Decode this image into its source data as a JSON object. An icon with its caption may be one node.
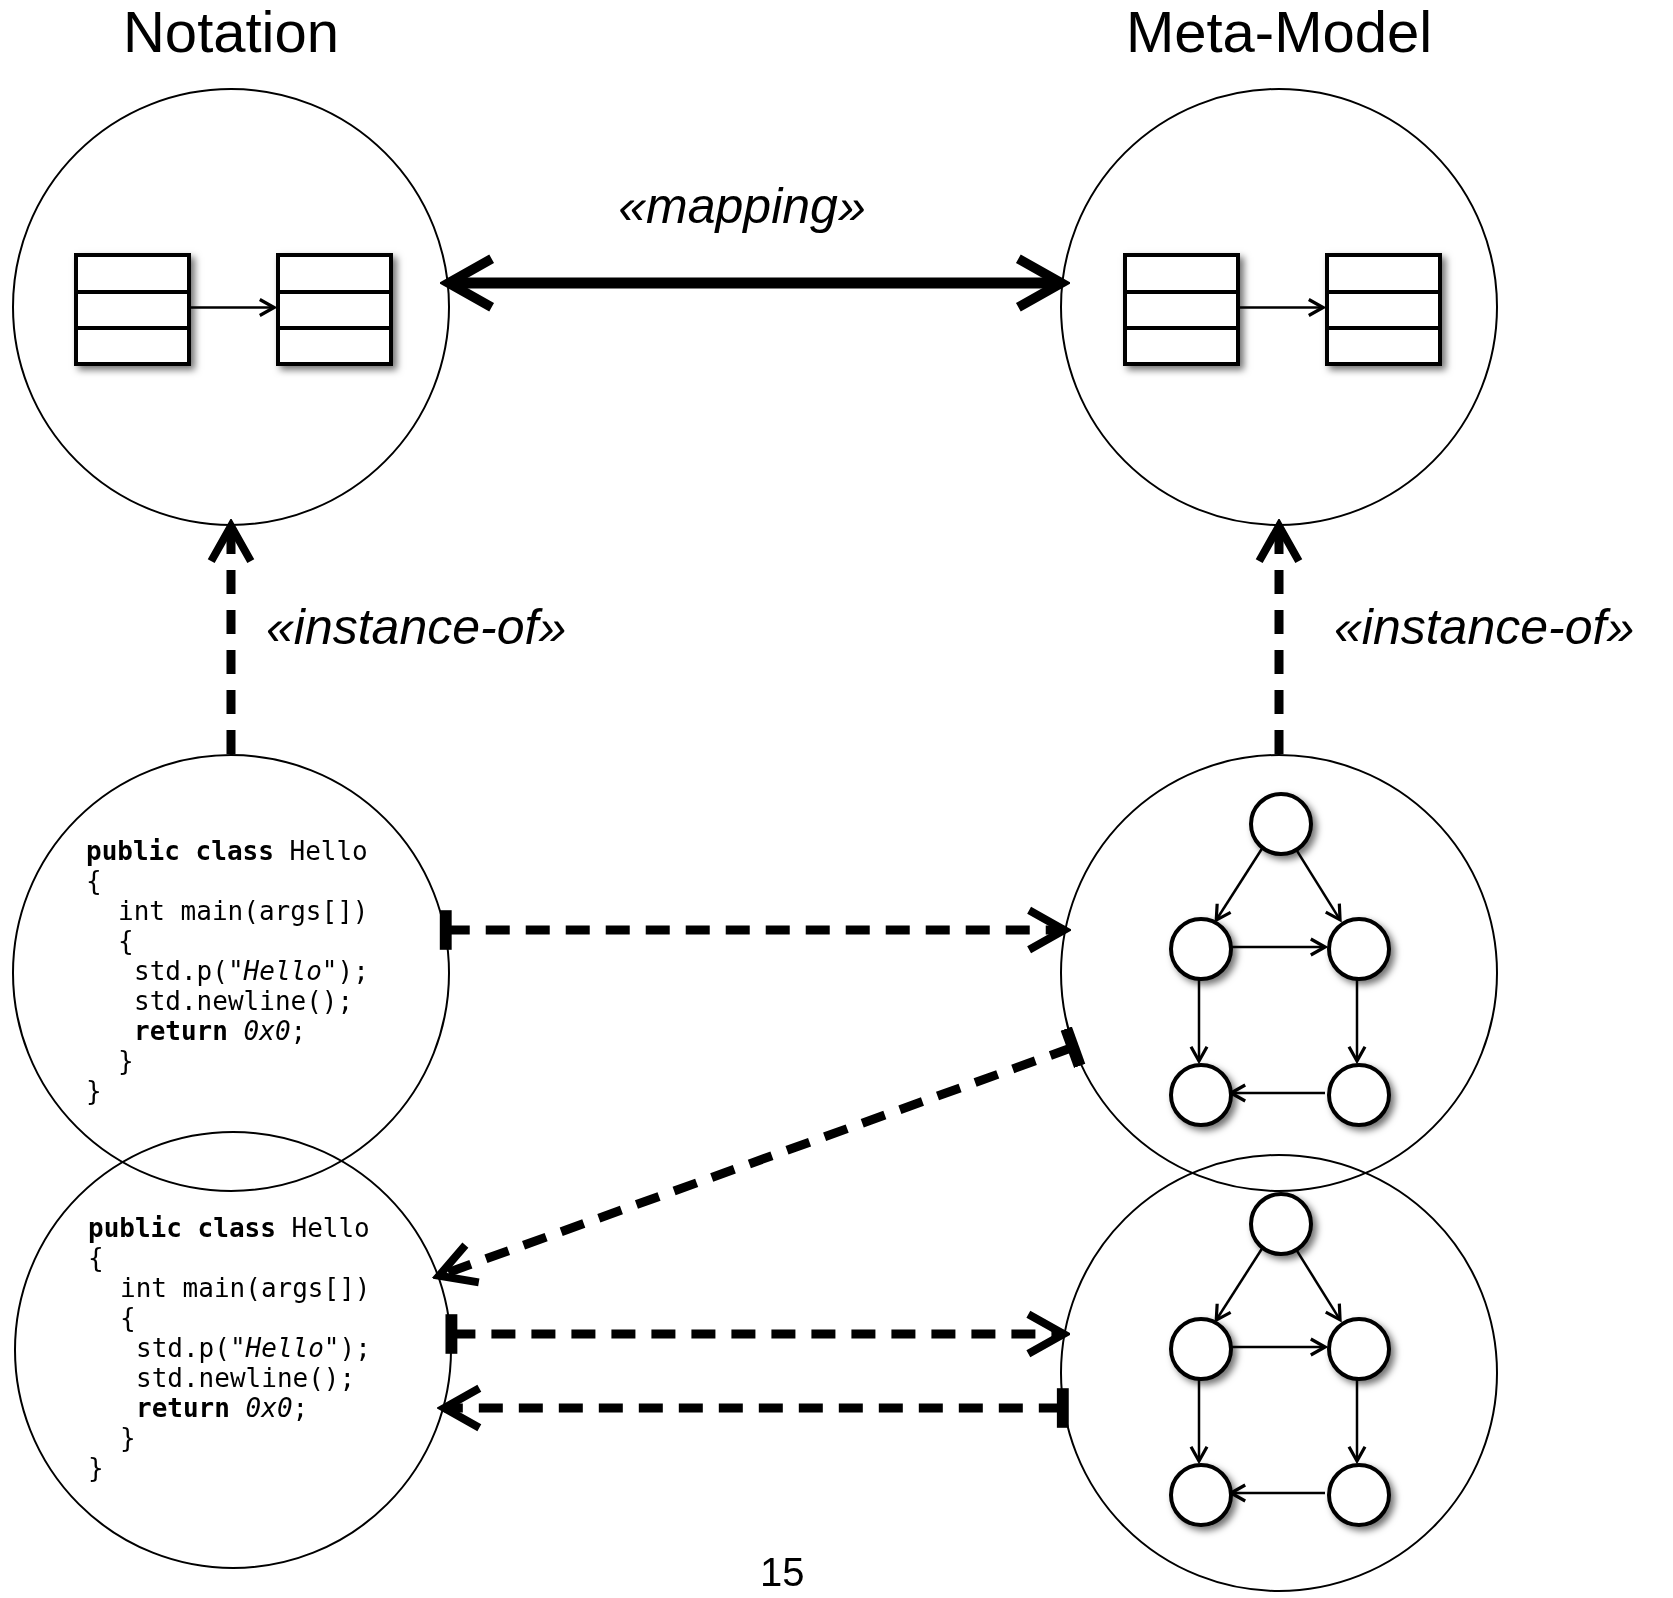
{
  "diagram": {
    "nodes": [
      {
        "text": [
          "Notation"
        ]
      },
      {
        "text": [],
        "shape": "box",
        "in": 0
      },
      {
        "text": [],
        "shape": "box",
        "in": 0
      },
      {
        "text": [
          "Meta-Model"
        ]
      },
      {
        "text": [],
        "shape": "box",
        "in": 3
      },
      {
        "text": [],
        "shape": "box",
        "in": 3
      },
      {
        "text": [
          "**public class** Hello",
          "{",
          "int main(args[])",
          "{",
          "std.p(*\"Hello\"*);",
          "std.newline();",
          "**return** *0x0*;",
          "}",
          "}"
        ]
      },
      {
        "text": [],
        "shape": "circle"
      },
      {
        "text": [],
        "shape": "circle",
        "in": 7
      },
      {
        "text": [],
        "shape": "circle",
        "in": 7
      },
      {
        "text": [],
        "shape": "circle",
        "in": 7
      },
      {
        "text": [],
        "shape": "circle",
        "in": 7
      },
      {
        "text": [],
        "shape": "circle",
        "in": 7
      },
      {
        "text": [
          "**public class** Hello",
          "{",
          "int main(args[])",
          "{",
          "std.p(*\"Hello\"*);",
          "std.newline();",
          "**return** *0x0*;",
          "}",
          "}"
        ]
      },
      {
        "text": [],
        "shape": "circle"
      },
      {
        "text": [],
        "shape": "circle",
        "in": 14
      },
      {
        "text": [],
        "shape": "circle",
        "in": 14
      },
      {
        "text": [],
        "shape": "circle",
        "in": 14
      },
      {
        "text": [],
        "shape": "circle",
        "in": 14
      },
      {
        "text": [],
        "shape": "circle",
        "in": 14
      }
    ],
    "edges": [
      {
        "from": 1,
        "to": 2,
        "arrow": "to"
      },
      {
        "from": 4,
        "to": 5,
        "arrow": "to"
      },
      {
        "from": 0,
        "to": 3,
        "arrow": "both",
        "label": "«mapping»",
        "style": "thick"
      },
      {
        "from": 6,
        "to": 0,
        "arrow": "to",
        "label": "«instance-of»",
        "style": "dashed"
      },
      {
        "from": 7,
        "to": 3,
        "arrow": "to",
        "label": "«instance-of»",
        "style": "dashed"
      },
      {
        "from": 8,
        "to": 9,
        "arrow": "to"
      },
      {
        "from": 8,
        "to": 10,
        "arrow": "to"
      },
      {
        "from": 9,
        "to": 10,
        "arrow": "to"
      },
      {
        "from": 9,
        "to": 11,
        "arrow": "to"
      },
      {
        "from": 10,
        "to": 12,
        "arrow": "to"
      },
      {
        "from": 12,
        "to": 11,
        "arrow": "to"
      },
      {
        "from": 6,
        "to": 7,
        "arrow": "to",
        "style": "dashed"
      },
      {
        "from": 7,
        "to": 13,
        "arrow": "to",
        "style": "dashed"
      },
      {
        "from": 13,
        "to": 14,
        "arrow": "to",
        "style": "dashed"
      },
      {
        "from": 14,
        "to": 13,
        "arrow": "to",
        "style": "dashed"
      },
      {
        "from": 15,
        "to": 16,
        "arrow": "to"
      },
      {
        "from": 15,
        "to": 17,
        "arrow": "to"
      },
      {
        "from": 16,
        "to": 17,
        "arrow": "to"
      },
      {
        "from": 16,
        "to": 18,
        "arrow": "to"
      },
      {
        "from": 17,
        "to": 19,
        "arrow": "to"
      },
      {
        "from": 19,
        "to": 18,
        "arrow": "to"
      }
    ],
    "labels": [
      "15"
    ]
  }
}
